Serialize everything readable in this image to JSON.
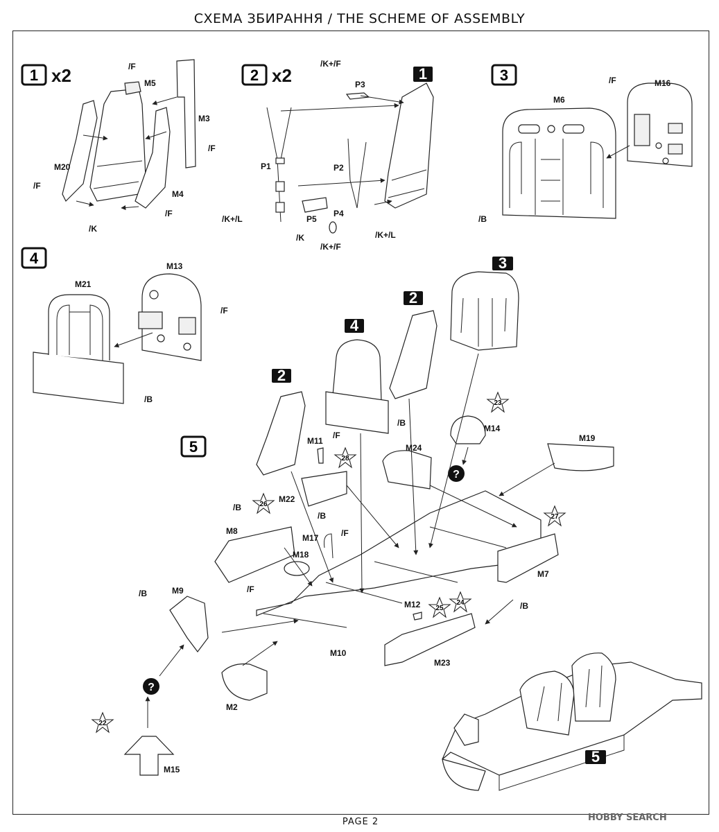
{
  "header": {
    "title": "СХЕМА ЗБИРАННЯ / THE SCHEME OF ASSEMBLY"
  },
  "footer": {
    "page": "PAGE 2",
    "watermark": "HOBBY SEARCH"
  },
  "steps": [
    {
      "number": "1",
      "multiplier": "x2"
    },
    {
      "number": "2",
      "multiplier": "x2"
    },
    {
      "number": "3"
    },
    {
      "number": "4"
    },
    {
      "number": "5"
    }
  ],
  "refs": {
    "step1": "1",
    "step2a": "2",
    "step2b": "2",
    "step3": "3",
    "step4": "4",
    "step5": "5"
  },
  "parts": {
    "M2": "M2",
    "M3": "M3",
    "M4": "M4",
    "M5": "M5",
    "M6": "M6",
    "M7": "M7",
    "M8": "M8",
    "M9": "M9",
    "M10": "M10",
    "M11": "M11",
    "M12": "M12",
    "M13": "M13",
    "M14": "M14",
    "M15": "M15",
    "M16": "M16",
    "M17": "M17",
    "M18": "M18",
    "M19": "M19",
    "M20": "M20",
    "M21": "M21",
    "M22": "M22",
    "M23": "M23",
    "M24": "M24",
    "P1": "P1",
    "P2": "P2",
    "P3": "P3",
    "P4": "P4",
    "P5": "P5"
  },
  "paint": {
    "F": "F",
    "B": "B",
    "K": "K",
    "KF": "K+",
    "KL": "K+",
    "L": "L"
  },
  "stars": [
    "22",
    "23",
    "24",
    "25",
    "26",
    "27",
    "28"
  ],
  "unknown_mark": "?",
  "colors": {
    "line": "#222222",
    "paper": "#ffffff",
    "badge": "#111111"
  }
}
